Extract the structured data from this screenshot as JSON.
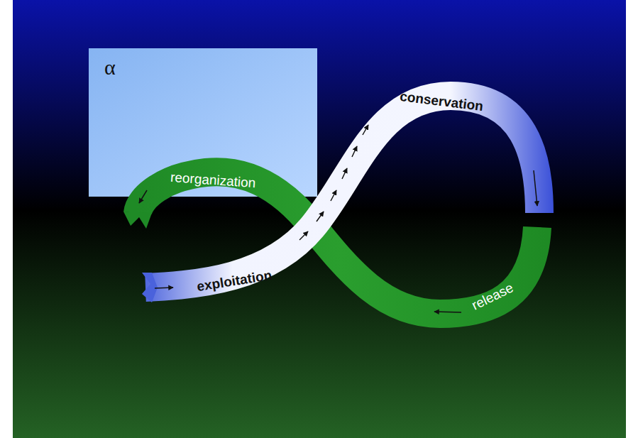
{
  "diagram": {
    "nodes": [
      {
        "text": [
          "α"
        ]
      }
    ],
    "labels": [
      "reorganization",
      "conservation",
      "exploitation",
      "release"
    ]
  }
}
